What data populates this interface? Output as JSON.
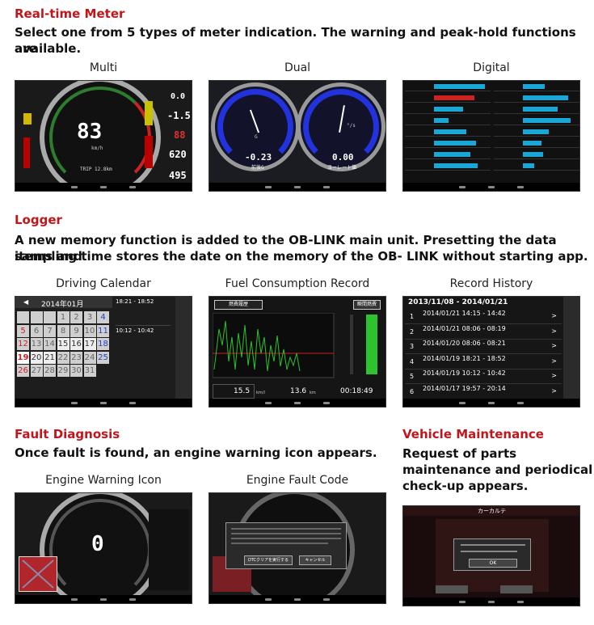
{
  "realtime": {
    "title": "Real-time Meter",
    "desc_line1": "Select one from 5 types of meter indication. The warning and peak-hold functions are",
    "desc_line2": "available.",
    "captions": [
      "Multi",
      "Dual",
      "Digital"
    ],
    "multi": {
      "speed": "83",
      "unit": "km/h",
      "trip": "TRIP  12.8km",
      "right_vals": [
        "0.0",
        "-1.5",
        "88",
        "620",
        "495"
      ]
    },
    "dual": {
      "left_val": "-0.23",
      "left_lbl": "前後G",
      "right_val": "0.00",
      "right_lbl": "ヨーレート値",
      "left_unit": "G",
      "right_unit": "°/s"
    }
  },
  "logger": {
    "title": "Logger",
    "desc_line1": "A new memory function is added to the OB-LINK main unit. Presetting the data items and",
    "desc_line2": "sampling time stores the date on the memory of the OB- LINK without starting app.",
    "captions": [
      "Driving Calendar",
      "Fuel Consumption Record",
      "Record History"
    ],
    "calendar": {
      "month": "2014年01月",
      "days": [
        "",
        "",
        "",
        "1",
        "2",
        "3",
        "4",
        "5",
        "6",
        "7",
        "8",
        "9",
        "10",
        "11",
        "12",
        "13",
        "14",
        "15",
        "16",
        "17",
        "18",
        "19",
        "20",
        "21",
        "22",
        "23",
        "24",
        "25",
        "26",
        "27",
        "28",
        "29",
        "30",
        "31"
      ],
      "entries": [
        "18:21 - 18:52",
        "10:12 - 10:42"
      ]
    },
    "fuel": {
      "header": "燃費履歴",
      "btn": "瞬間燃費",
      "v1": "15.5",
      "u1": "km/l",
      "v2": "13.6",
      "u2": "km",
      "v3": "00:18:49"
    },
    "history": {
      "range": "2013/11/08 - 2014/01/21",
      "items": [
        {
          "n": "1",
          "t": "2014/01/21 14:15 - 14:42"
        },
        {
          "n": "2",
          "t": "2014/01/21 08:06 - 08:19"
        },
        {
          "n": "3",
          "t": "2014/01/20 08:06 - 08:21"
        },
        {
          "n": "4",
          "t": "2014/01/19 18:21 - 18:52"
        },
        {
          "n": "5",
          "t": "2014/01/19 10:12 - 10:42"
        },
        {
          "n": "6",
          "t": "2014/01/17 19:57 - 20:14"
        }
      ]
    }
  },
  "fault": {
    "title": "Fault Diagnosis",
    "desc": "Once fault is found, an engine warning icon appears.",
    "captions": [
      "Engine Warning Icon",
      "Engine Fault Code"
    ],
    "speed": "0",
    "dlg_btn1": "DTCクリアを実行する",
    "dlg_btn2": "キャンセル"
  },
  "maintenance": {
    "title": "Vehicle Maintenance",
    "desc_lines": [
      "Request of parts",
      "maintenance and periodical",
      "check-up appears."
    ],
    "header": "カーカルテ",
    "ok": "OK"
  }
}
